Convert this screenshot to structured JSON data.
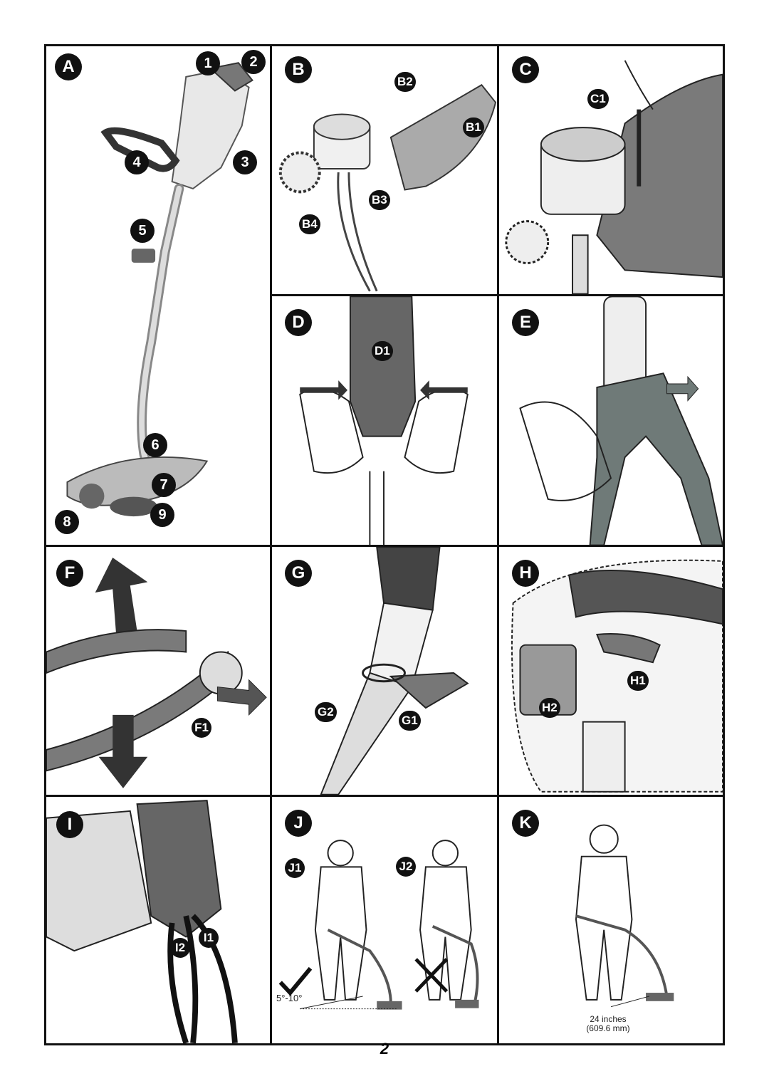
{
  "panels": {
    "A": {
      "label": "A",
      "callouts": [
        "1",
        "2",
        "3",
        "4",
        "5",
        "6",
        "7",
        "8",
        "9"
      ]
    },
    "B": {
      "label": "B",
      "callouts": [
        "B1",
        "B2",
        "B3",
        "B4"
      ]
    },
    "C": {
      "label": "C",
      "callouts": [
        "C1"
      ]
    },
    "D": {
      "label": "D",
      "callouts": [
        "D1"
      ]
    },
    "E": {
      "label": "E",
      "callouts": []
    },
    "F": {
      "label": "F",
      "callouts": [
        "F1"
      ]
    },
    "G": {
      "label": "G",
      "callouts": [
        "G1",
        "G2"
      ]
    },
    "H": {
      "label": "H",
      "callouts": [
        "H1",
        "H2"
      ]
    },
    "I": {
      "label": "I",
      "callouts": [
        "I1",
        "I2"
      ]
    },
    "J": {
      "label": "J",
      "callouts": [
        "J1",
        "J2"
      ],
      "angle": "5°-10°"
    },
    "K": {
      "label": "K",
      "callouts": [],
      "distance_line1": "24 inches",
      "distance_line2": "(609.6 mm)"
    }
  },
  "page_number": "2",
  "colors": {
    "ink": "#111111",
    "guard_gray": "#6f7a78",
    "light_gray": "#c8c8c8"
  }
}
